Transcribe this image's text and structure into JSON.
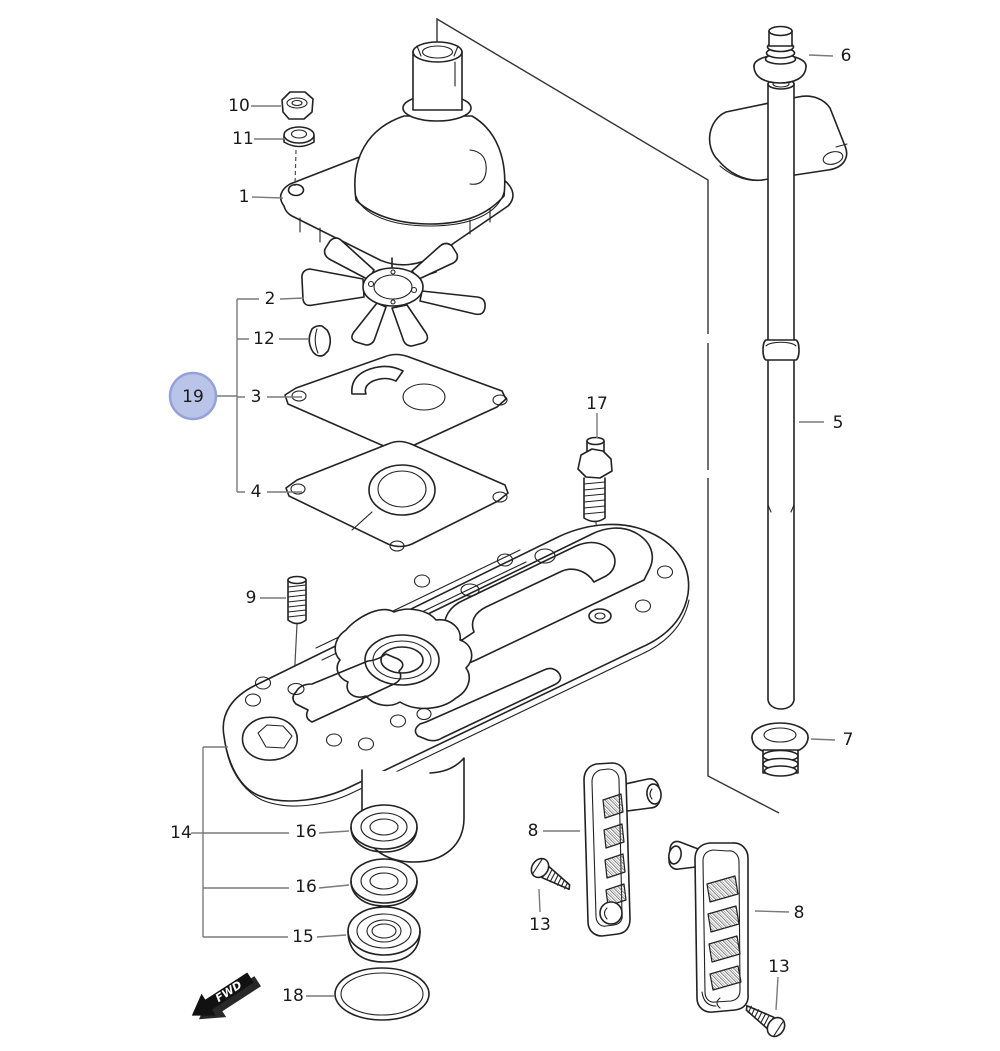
{
  "callouts": {
    "housing": "1",
    "impeller": "2",
    "plate_guide": "3",
    "gasket_under": "4",
    "driveshaft": "5",
    "grommet_upper": "6",
    "grommet_lower": "7",
    "grille_front": "8",
    "grille_rear": "8",
    "stud": "9",
    "nut": "10",
    "washer": "11",
    "key": "12",
    "screw_front": "13",
    "screw_rear": "13",
    "case_under": "14",
    "bearing": "15",
    "seal_upper": "16",
    "seal_lower": "16",
    "bolt": "17",
    "oring": "18",
    "kit_badge": "19"
  },
  "fwd": {
    "label": "FWD"
  },
  "colors": {
    "background": "#ffffff",
    "line": "#222222",
    "leader": "#7a7a7a",
    "kit_badge_fill": "#b9c4e8",
    "kit_badge_border": "#93a2d8"
  }
}
